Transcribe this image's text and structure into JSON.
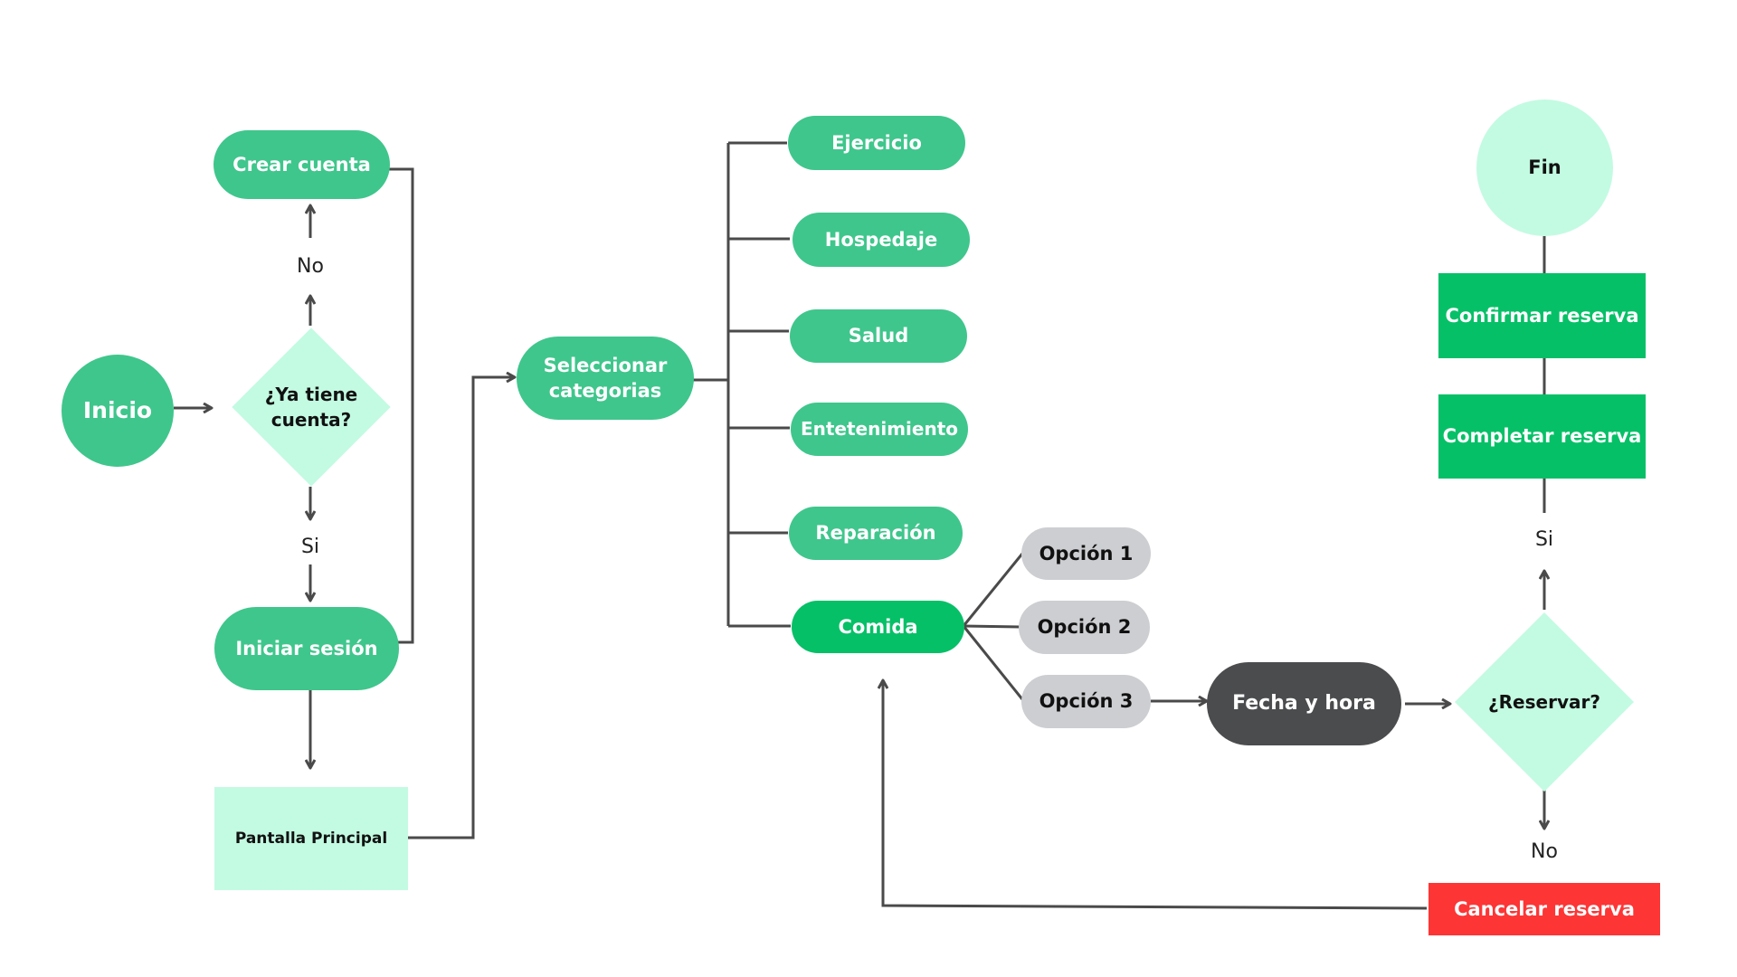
{
  "nodes": {
    "inicio": "Inicio",
    "tiene_cuenta": "¿Ya tiene cuenta?",
    "crear_cuenta": "Crear cuenta",
    "iniciar_sesion": "Iniciar sesión",
    "pantalla_principal": "Pantalla Principal",
    "seleccionar_categorias": "Seleccionar categorias",
    "ejercicio": "Ejercicio",
    "hospedaje": "Hospedaje",
    "salud": "Salud",
    "entretenimiento": "Entetenimiento",
    "reparacion": "Reparación",
    "comida": "Comida",
    "opcion1": "Opción 1",
    "opcion2": "Opción 2",
    "opcion3": "Opción 3",
    "fecha_hora": "Fecha y hora",
    "reservar": "¿Reservar?",
    "cancelar_reserva": "Cancelar reserva",
    "completar_reserva": "Completar reserva",
    "confirmar_reserva": "Confirmar reserva",
    "fin": "Fin"
  },
  "edge_labels": {
    "no_cuenta": "No",
    "si_cuenta": "Si",
    "si_reservar": "Si",
    "no_reservar": "No"
  },
  "colors": {
    "primary_green": "#3fc68c",
    "bright_green": "#06c067",
    "mint": "#c3fbe2",
    "grey_option": "#cdced1",
    "dark_node": "#4b4c4e",
    "cancel_red": "#fd3535",
    "connector": "#4a4a4a"
  }
}
